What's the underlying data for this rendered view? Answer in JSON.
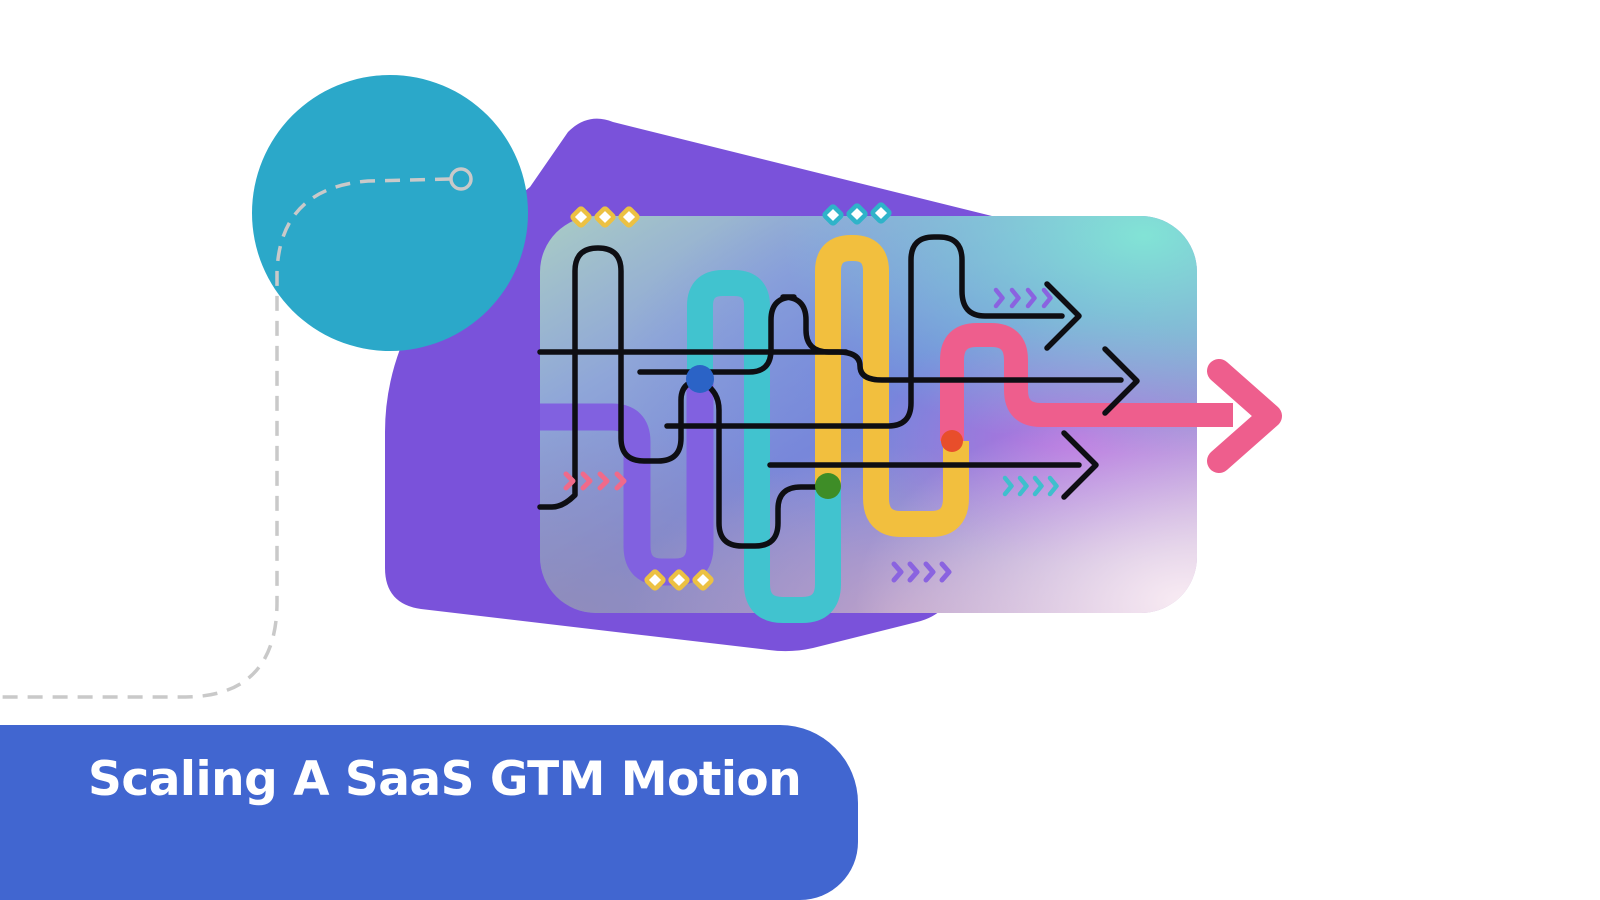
{
  "banner": {
    "title": "Scaling A SaaS GTM Motion"
  },
  "colors": {
    "background": "#FFFFFF",
    "banner_blue": "#4166D0",
    "title_white": "#FFFFFF",
    "circle_teal": "#2BA8C9",
    "polygon_purple": "#7A52DA",
    "purple_line": "#8161E0",
    "teal_line": "#41C3CF",
    "yellow_line": "#F2BF3E",
    "pink_line": "#EE5E8D",
    "black_line": "#0E0E13",
    "dash_gray": "#C9C9C9",
    "dot_blue": "#2B63C6",
    "dot_green": "#3E8D27",
    "dot_orange": "#E84E2B",
    "chevron_pink": "#F06A8A",
    "chevron_purple": "#8A63E0",
    "chevron_teal": "#3FBFCD",
    "diamond_yellow": "#ECC143",
    "diamond_teal": "#2FB3C9",
    "grad_topleft": "#A9CCC5",
    "grad_periwinkle": "#8FA6D8",
    "grad_blue": "#7B87D8",
    "grad_violet": "#9289D2",
    "grad_rose": "#C9A8D2",
    "grad_mint": "#82E8D6",
    "grad_deepblue": "#6C86E0",
    "grad_magenta": "#C766E2",
    "grad_pinkwhite": "#FBEFF5",
    "grad_blush": "#D9B3C4",
    "grad_mauve": "#978FB2"
  },
  "illustration_elements": [
    "teal-circle",
    "dashed-route",
    "route-ring-endpoint",
    "purple-polygon",
    "gradient-panel",
    "purple-route-line",
    "teal-route-line",
    "yellow-route-line",
    "pink-route-line",
    "pink-exit-arrow",
    "black-route-lines",
    "black-arrows",
    "blue-junction-dot",
    "green-junction-dot",
    "orange-junction-dot",
    "yellow-diamonds",
    "teal-diamonds",
    "pink-chevrons",
    "purple-chevrons",
    "teal-chevrons"
  ]
}
